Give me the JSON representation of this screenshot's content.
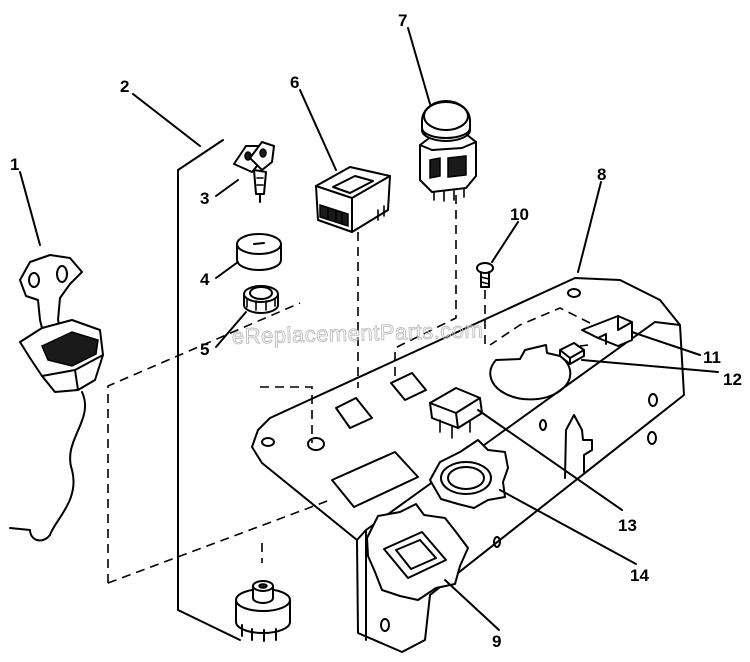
{
  "watermark": "eReplacementParts.com",
  "callouts": {
    "c1": "1",
    "c2": "2",
    "c3": "3",
    "c4": "4",
    "c5": "5",
    "c6": "6",
    "c7": "7",
    "c8": "8",
    "c9": "9",
    "c10": "10",
    "c11": "11",
    "c12": "12",
    "c13": "13",
    "c14": "14"
  },
  "colors": {
    "line": "#000000",
    "background": "#ffffff",
    "watermark": "#bdbdbd"
  }
}
